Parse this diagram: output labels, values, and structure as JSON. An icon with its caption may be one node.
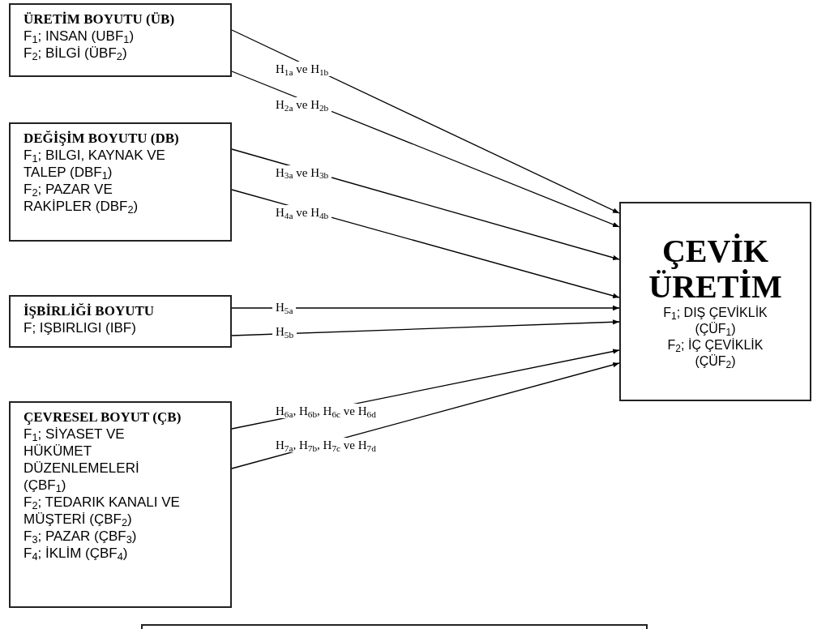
{
  "diagram": {
    "nodes": [
      {
        "text": [
          "ÜRETİM BOYUTU (ÜB)",
          "F$_{1}$; INSAN (UBF$_{1}$)",
          "F$_{2}$; BİLGİ (ÜBF$_{2}$)"
        ]
      },
      {
        "text": [
          "DEĞİŞİM BOYUTU (DB)",
          "F$_{1}$; BILGI, KAYNAK VE TALEP (DBF$_{1}$)",
          "F$_{2}$; PAZAR VE RAKİPLER (DBF$_{2}$)"
        ]
      },
      {
        "text": [
          "İŞBİRLİĞİ BOYUTU",
          "F; IŞBIRLIGI (IBF)"
        ]
      },
      {
        "text": [
          "ÇEVRESEL BOYUT (ÇB)",
          "F$_{1}$; SİYASET VE HÜKÜMET DÜZENLEMELERİ (ÇBF$_{1}$)",
          "F$_{2}$; TEDARIK KANALI VE MÜŞTERİ (ÇBF$_{2}$)",
          "F$_{3}$; PAZAR (ÇBF$_{3}$)",
          "F$_{4}$; İKLİM  (ÇBF$_{4}$)"
        ]
      },
      {
        "text": [
          "ÇEVİK ÜRETİM",
          "F$_{1}$; DIŞ ÇEVİKLİK (ÇÜF$_{1}$)",
          "F$_{2}$; İÇ ÇEVİKLİK (ÇÜF$_{2}$)"
        ]
      },
      {
        "text": [],
        "shape": "box"
      }
    ],
    "edges": [
      {
        "from": 0,
        "to": 4,
        "arrow": "to",
        "label": "H$_{1a}$ ve H$_{1b}$"
      },
      {
        "from": 0,
        "to": 4,
        "arrow": "to",
        "label": "H$_{2a}$ ve H$_{2b}$"
      },
      {
        "from": 1,
        "to": 4,
        "arrow": "to",
        "label": "H$_{3a}$ ve H$_{3b}$"
      },
      {
        "from": 1,
        "to": 4,
        "arrow": "to",
        "label": "H$_{4a}$ ve H$_{4b}$"
      },
      {
        "from": 2,
        "to": 4,
        "arrow": "to",
        "label": "H$_{5a}$"
      },
      {
        "from": 2,
        "to": 4,
        "arrow": "to",
        "label": "H$_{5b}$"
      },
      {
        "from": 3,
        "to": 4,
        "arrow": "to",
        "label": "H$_{6a}$, H$_{6b}$, H$_{6c}$ ve H$_{6d}$"
      },
      {
        "from": 3,
        "to": 4,
        "arrow": "to",
        "label": "H$_{7a}$, H$_{7b}$, H$_{7c}$ ve H$_{7d}$"
      }
    ]
  }
}
